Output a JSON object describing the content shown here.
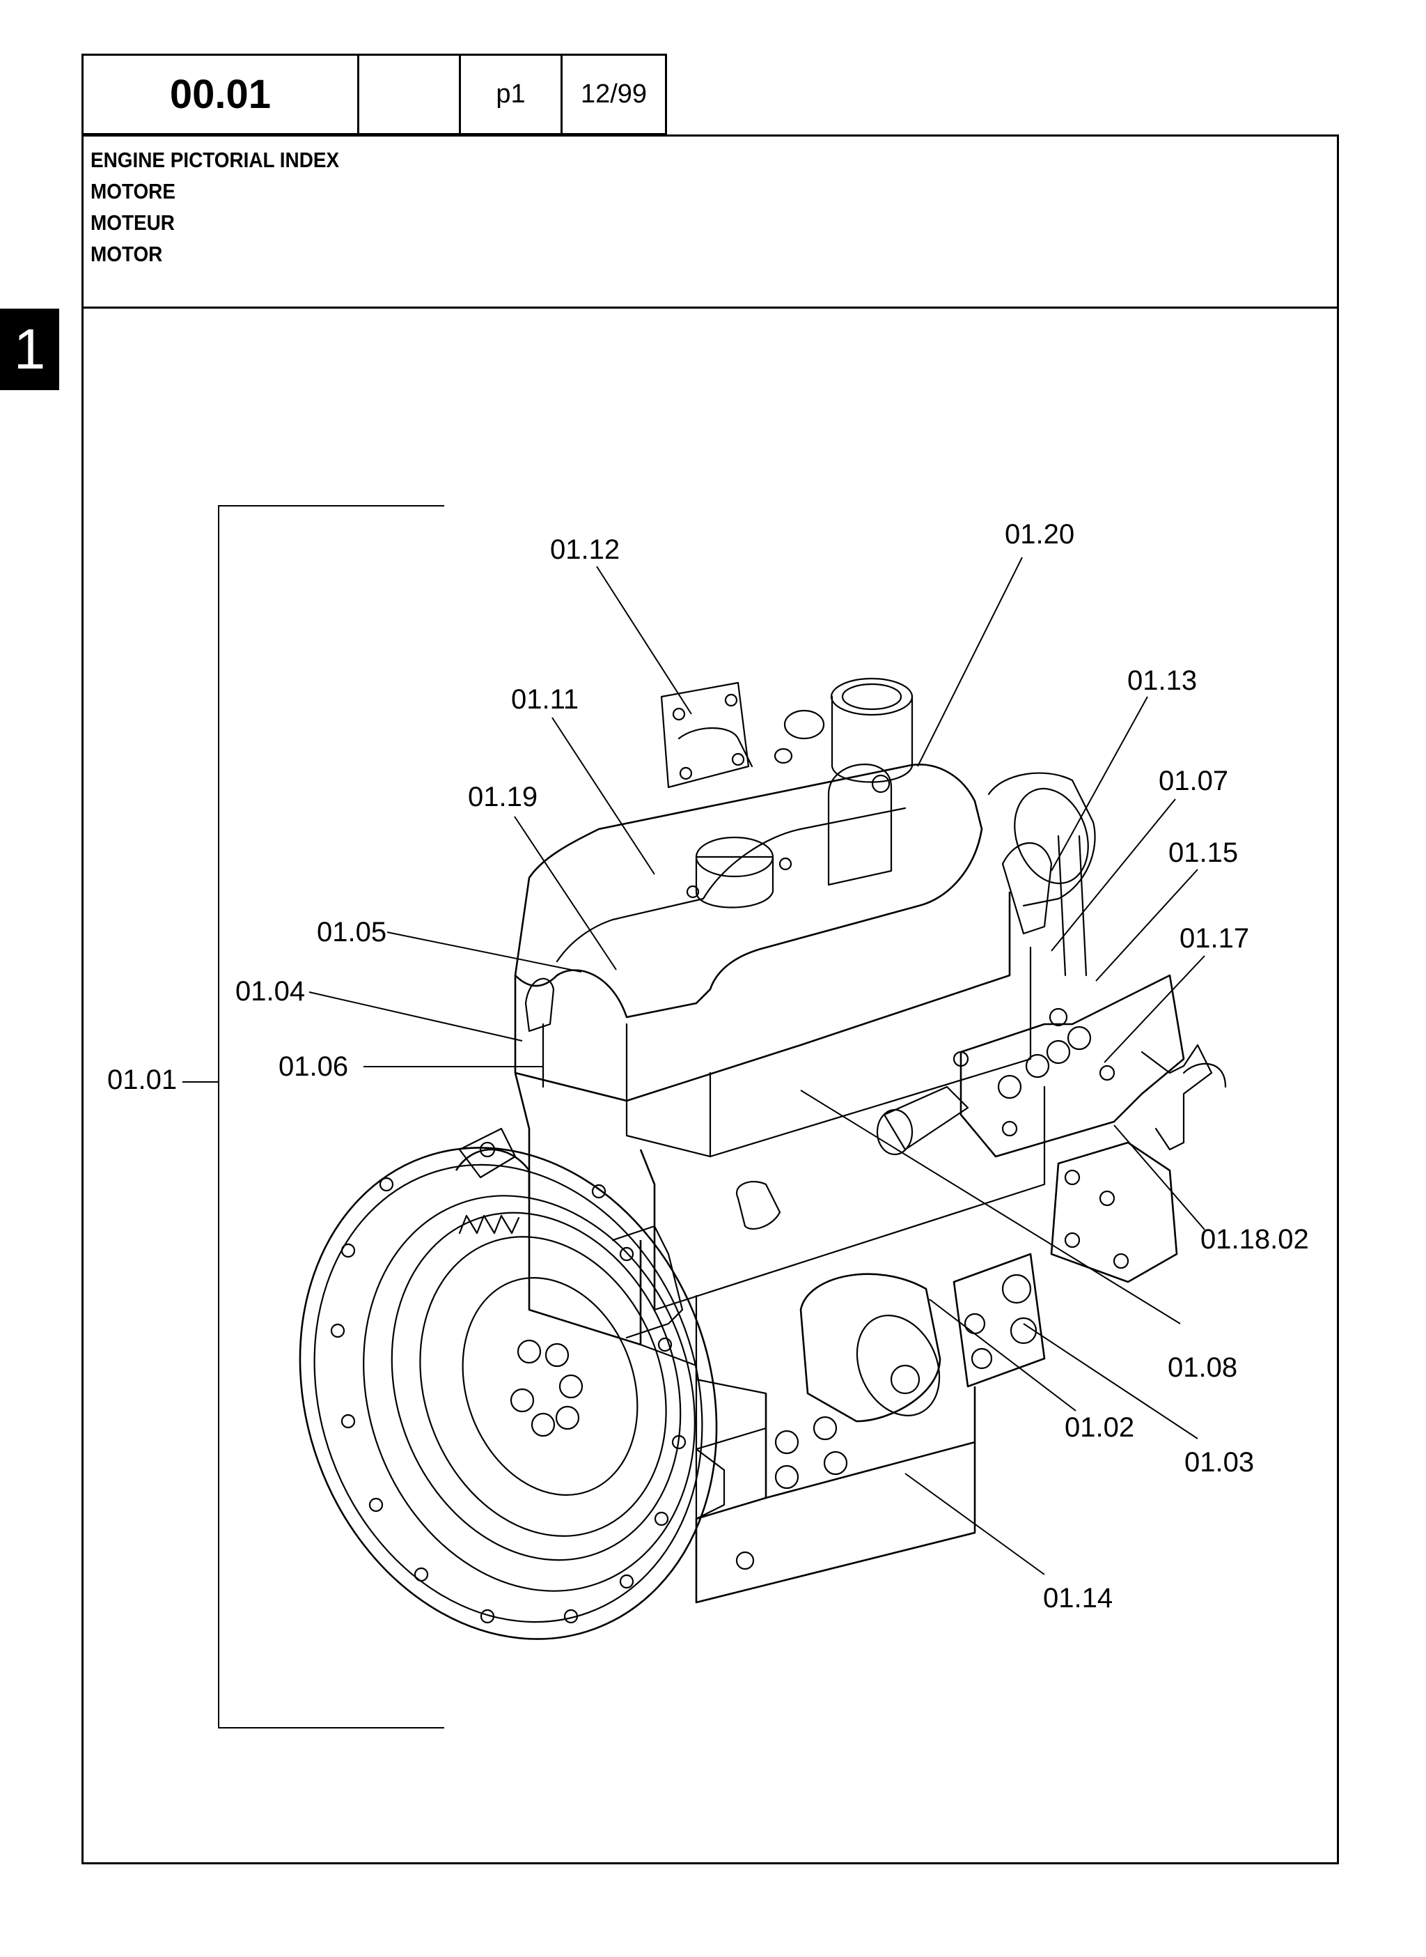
{
  "header": {
    "code": "00.01",
    "blank": "",
    "page": "p1",
    "date": "12/99"
  },
  "title": {
    "line1": "ENGINE PICTORIAL INDEX",
    "line2": "MOTORE",
    "line3": "MOTEUR",
    "line4": "MOTOR"
  },
  "section_tab": "1",
  "callouts": {
    "c0101": "01.01",
    "c0102": "01.02",
    "c0103": "01.03",
    "c0104": "01.04",
    "c0105": "01.05",
    "c0106": "01.06",
    "c0107": "01.07",
    "c0108": "01.08",
    "c0111": "01.11",
    "c0112": "01.12",
    "c0113": "01.13",
    "c0114": "01.14",
    "c0115": "01.15",
    "c0117": "01.17",
    "c011802": "01.18.02",
    "c0119": "01.19",
    "c0120": "01.20"
  }
}
